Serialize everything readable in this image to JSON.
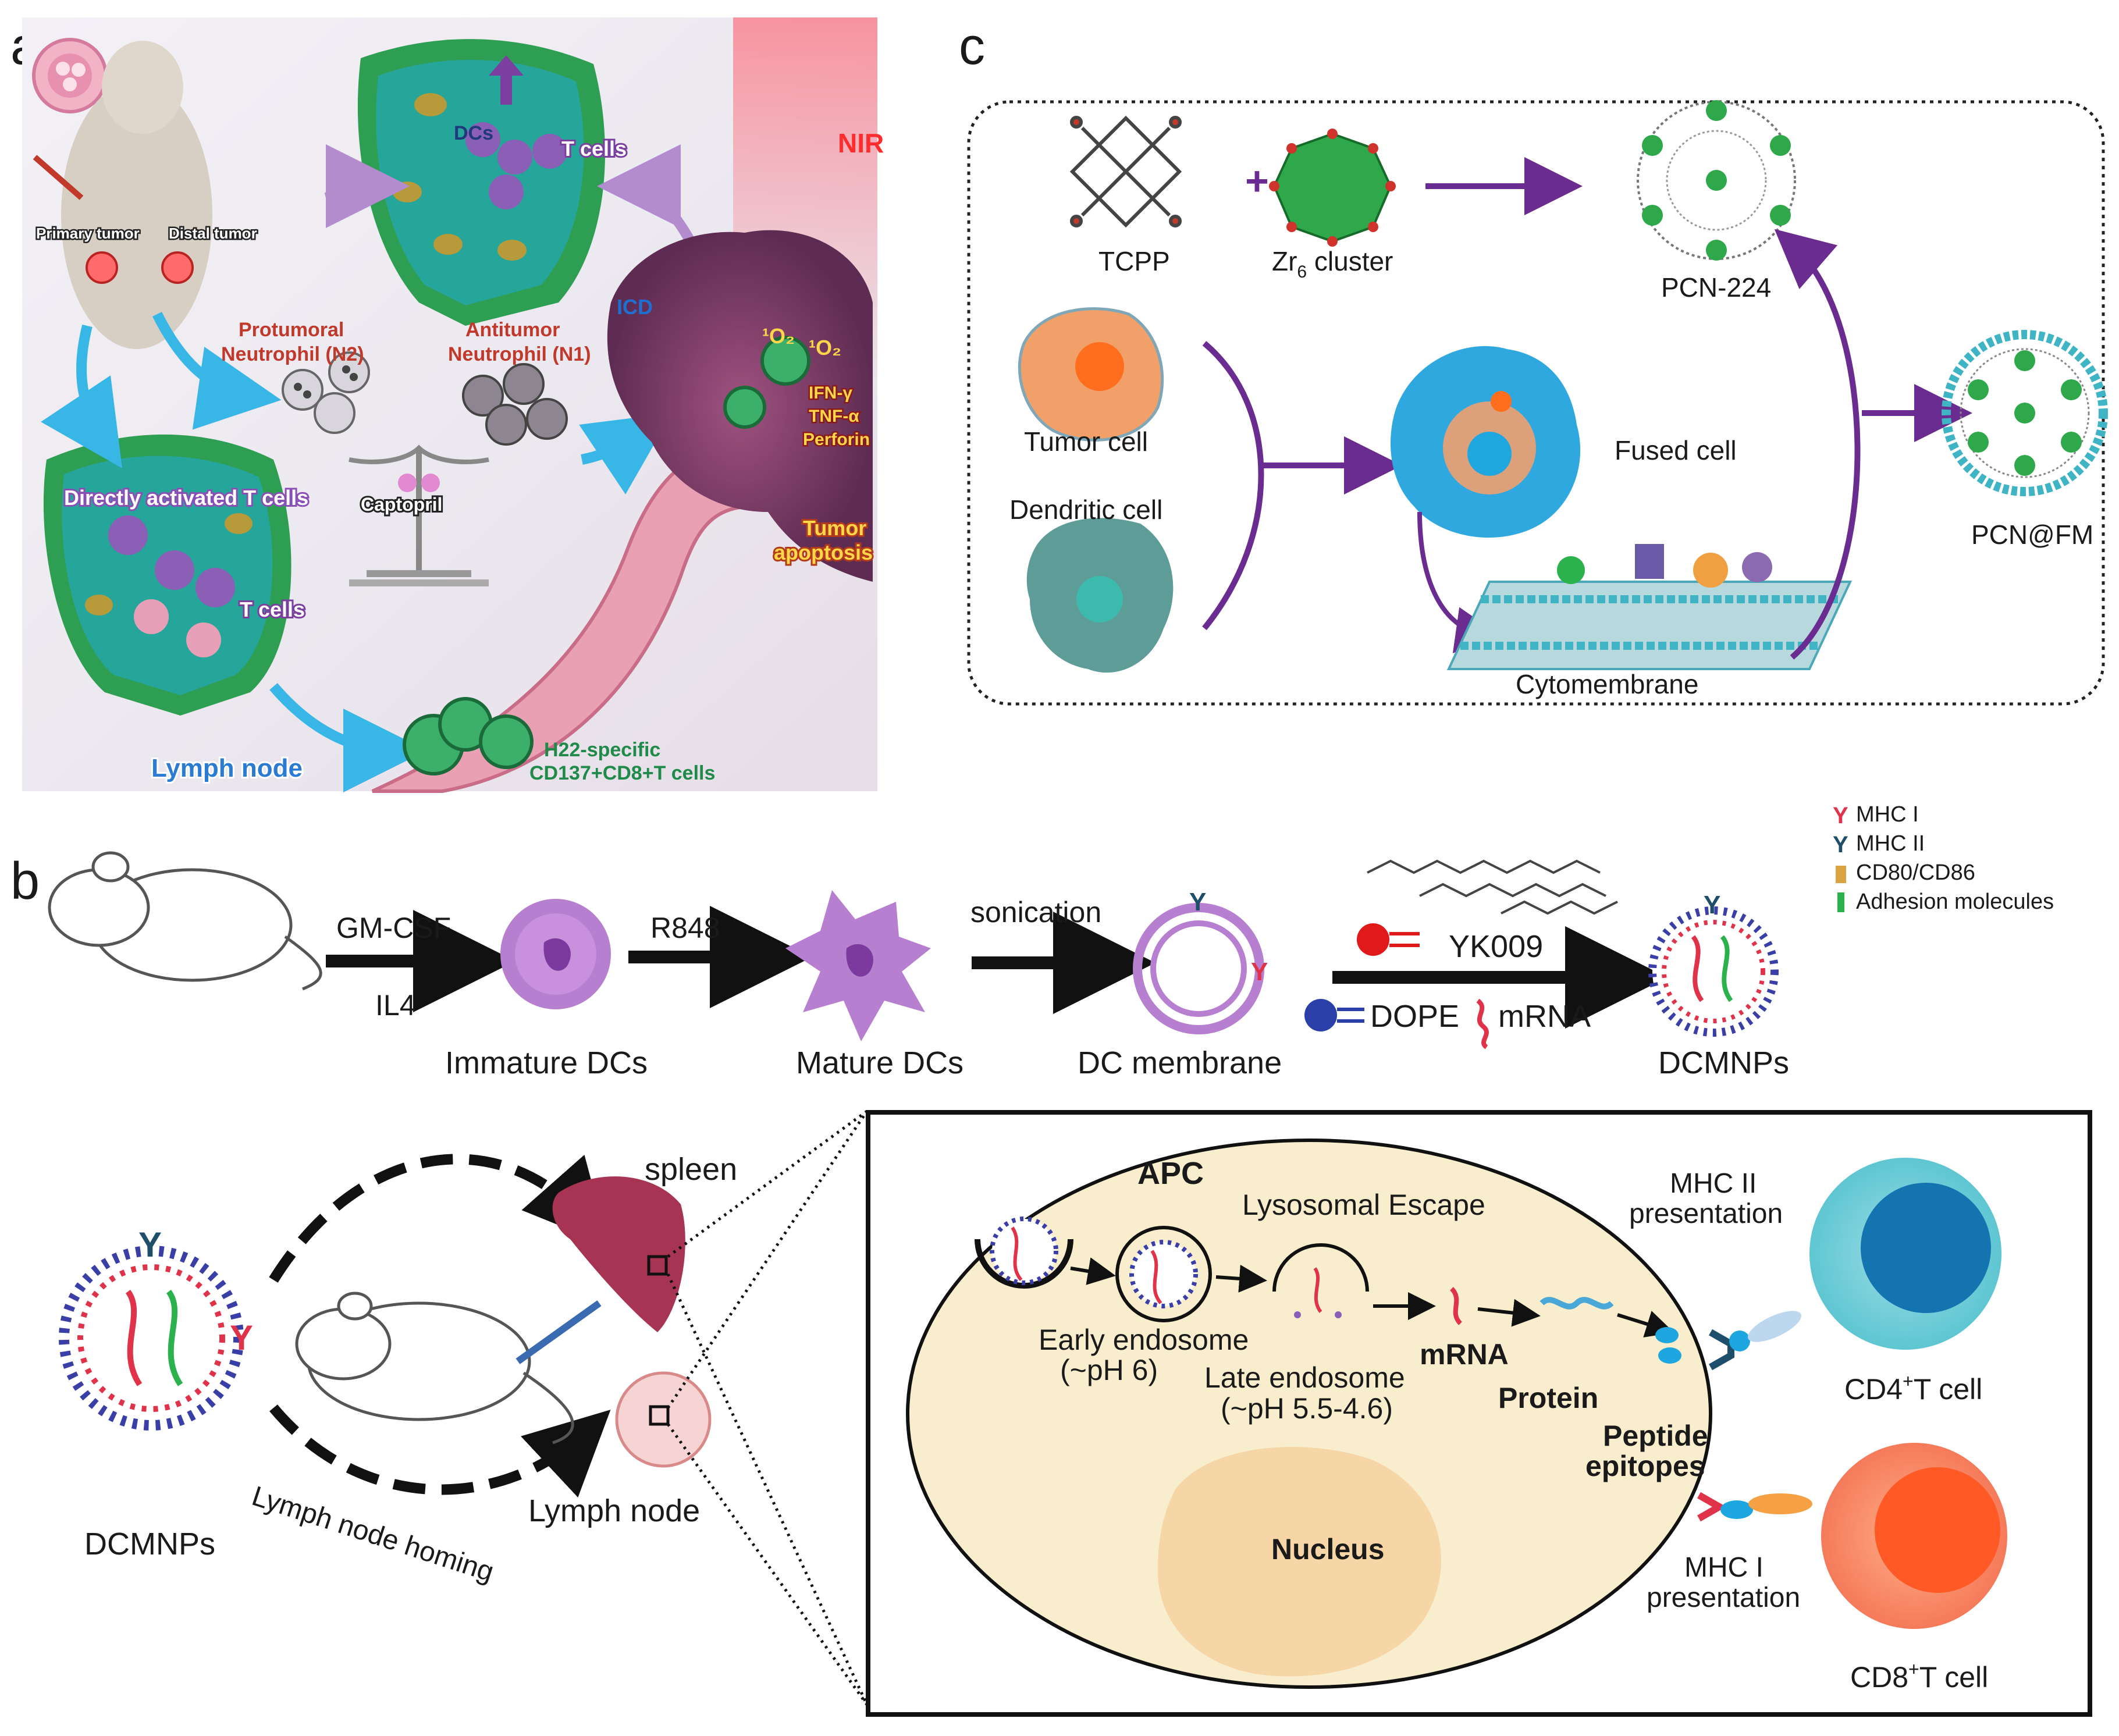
{
  "panel_a": {
    "letter": "a",
    "primary_tumor": "Primary tumor",
    "distal_tumor": "Distal tumor",
    "dcs": "DCs",
    "t_cells_top": "T cells",
    "nir": "NIR",
    "icd": "ICD",
    "singlet_oxygen_1": "¹O₂",
    "singlet_oxygen_2": "¹O₂",
    "protumoral_line1": "Protumoral",
    "protumoral_line2": "Neutrophil (N2)",
    "antitumor_line1": "Antitumor",
    "antitumor_line2": "Neutrophil (N1)",
    "ifn": "IFN-γ",
    "tnf": "TNF-α",
    "perforin": "Perforin",
    "directly_activated": "Directly activated T cells",
    "captopril": "Captopril",
    "tumor_apoptosis_1": "Tumor",
    "tumor_apoptosis_2": "apoptosis",
    "t_cells_bottom": "T cells",
    "lymph_node": "Lymph node",
    "h22_line1": "H22-specific",
    "h22_line2": "CD137+CD8+T cells"
  },
  "panel_c": {
    "letter": "c",
    "tcpp": "TCPP",
    "zr_cluster_prefix": "Zr",
    "zr_cluster_sub": "6",
    "zr_cluster_suffix": " cluster",
    "pcn224": "PCN-224",
    "tumor_cell": "Tumor cell",
    "fused_cell": "Fused cell",
    "dendritic_cell": "Dendritic cell",
    "pcn_fm": "PCN@FM",
    "cytomembrane": "Cytomembrane"
  },
  "panel_b": {
    "letter": "b",
    "legend": [
      "MHC I",
      "MHC II",
      "CD80/CD86",
      "Adhesion molecules"
    ],
    "legend_colors": [
      "#e0334a",
      "#1f4e6b",
      "#d9a441",
      "#2bb24c"
    ],
    "gm_csf": "GM-CSF",
    "il4": "IL4",
    "r848": "R848",
    "sonication": "sonication",
    "yk009": "YK009",
    "dope": "DOPE",
    "mrna": "mRNA",
    "immature_dcs": "Immature DCs",
    "mature_dcs": "Mature DCs",
    "dc_membrane": "DC membrane",
    "dcmnps_top": "DCMNPs",
    "dcmnps_bottom": "DCMNPs",
    "spleen": "spleen",
    "lymph_node": "Lymph node",
    "lymph_node_homing": "Lymph node homing",
    "apc": "APC",
    "lysosomal_escape": "Lysosomal Escape",
    "early_endosome": "Early endosome",
    "early_ph": "(~pH 6)",
    "late_endosome": "Late endosome",
    "late_ph": "(~pH 5.5-4.6)",
    "mrna_inner": "mRNA",
    "protein": "Protein",
    "peptide_1": "Peptide",
    "peptide_2": "epitopes",
    "nucleus": "Nucleus",
    "mhc2_pres_1": "MHC II",
    "mhc2_pres_2": "presentation",
    "mhc1_pres_1": "MHC I",
    "mhc1_pres_2": "presentation",
    "cd4_prefix": "CD4",
    "cd4_sup": "+",
    "cd4_suffix": "T cell",
    "cd8_prefix": "CD8",
    "cd8_sup": "+",
    "cd8_suffix": "T cell"
  }
}
